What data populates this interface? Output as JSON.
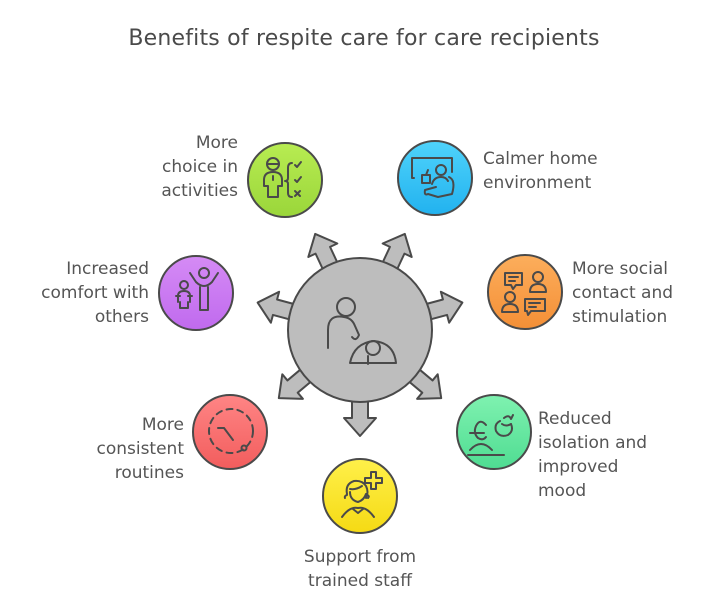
{
  "title": "Benefits of respite care for care recipients",
  "hub": {
    "icon": "caregiver-with-child-icon",
    "fill": "#bdbdbd"
  },
  "benefits": [
    {
      "label": "More\nchoice in\nactivities",
      "icon": "person-checklist-icon",
      "color_top": "#b8ec52",
      "color_bottom": "#9ad63a"
    },
    {
      "label": "Calmer home\nenvironment",
      "icon": "person-relaxing-tv-icon",
      "color_top": "#4fd3fb",
      "color_bottom": "#22b2ef"
    },
    {
      "label": "Increased\ncomfort with\nothers",
      "icon": "adult-child-playing-icon",
      "color_top": "#d58bf5",
      "color_bottom": "#c06aee"
    },
    {
      "label": "More social\ncontact and\nstimulation",
      "icon": "people-conversation-icon",
      "color_top": "#fcae5c",
      "color_bottom": "#f48f36"
    },
    {
      "label": "More\nconsistent\nroutines",
      "icon": "clock-routine-icon",
      "color_top": "#ff8585",
      "color_bottom": "#f25d5d"
    },
    {
      "label": "Reduced\nisolation and\nimproved\nmood",
      "icon": "mood-improve-icon",
      "color_top": "#7ff2b0",
      "color_bottom": "#4fdc92"
    },
    {
      "label": "Support from\ntrained staff",
      "icon": "nurse-plus-icon",
      "color_top": "#fff04a",
      "color_bottom": "#f5da14"
    }
  ]
}
